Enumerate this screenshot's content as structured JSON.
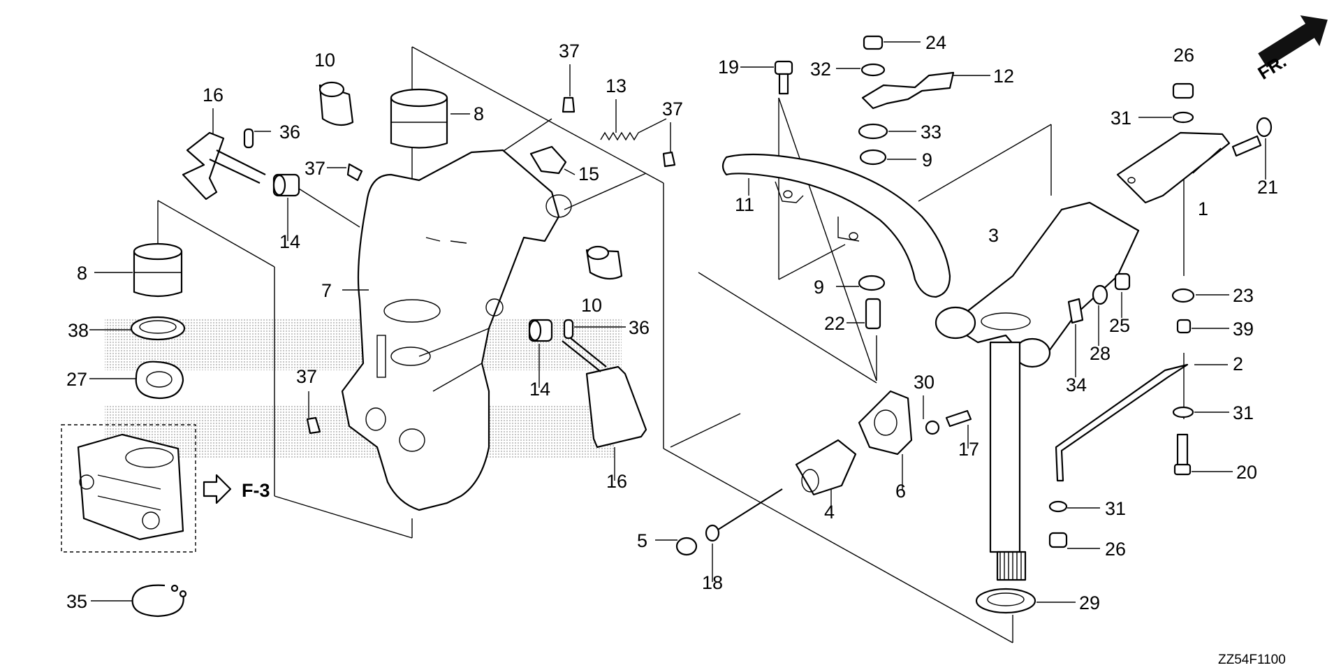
{
  "diagram": {
    "drawing_code": "ZZ54F1100",
    "direction_marker": "FR.",
    "reference_label": "F-3",
    "callouts": [
      {
        "id": "c1",
        "text": "1"
      },
      {
        "id": "c2",
        "text": "2"
      },
      {
        "id": "c3",
        "text": "3"
      },
      {
        "id": "c4",
        "text": "4"
      },
      {
        "id": "c5",
        "text": "5"
      },
      {
        "id": "c6",
        "text": "6"
      },
      {
        "id": "c7",
        "text": "7"
      },
      {
        "id": "c8a",
        "text": "8"
      },
      {
        "id": "c8b",
        "text": "8"
      },
      {
        "id": "c9a",
        "text": "9"
      },
      {
        "id": "c9b",
        "text": "9"
      },
      {
        "id": "c10a",
        "text": "10"
      },
      {
        "id": "c10b",
        "text": "10"
      },
      {
        "id": "c11",
        "text": "11"
      },
      {
        "id": "c12",
        "text": "12"
      },
      {
        "id": "c13",
        "text": "13"
      },
      {
        "id": "c14a",
        "text": "14"
      },
      {
        "id": "c14b",
        "text": "14"
      },
      {
        "id": "c15",
        "text": "15"
      },
      {
        "id": "c16a",
        "text": "16"
      },
      {
        "id": "c16b",
        "text": "16"
      },
      {
        "id": "c17",
        "text": "17"
      },
      {
        "id": "c18",
        "text": "18"
      },
      {
        "id": "c19",
        "text": "19"
      },
      {
        "id": "c20",
        "text": "20"
      },
      {
        "id": "c21",
        "text": "21"
      },
      {
        "id": "c22",
        "text": "22"
      },
      {
        "id": "c23",
        "text": "23"
      },
      {
        "id": "c24",
        "text": "24"
      },
      {
        "id": "c25",
        "text": "25"
      },
      {
        "id": "c26a",
        "text": "26"
      },
      {
        "id": "c26b",
        "text": "26"
      },
      {
        "id": "c27",
        "text": "27"
      },
      {
        "id": "c28",
        "text": "28"
      },
      {
        "id": "c29",
        "text": "29"
      },
      {
        "id": "c30",
        "text": "30"
      },
      {
        "id": "c31a",
        "text": "31"
      },
      {
        "id": "c31b",
        "text": "31"
      },
      {
        "id": "c31c",
        "text": "31"
      },
      {
        "id": "c32",
        "text": "32"
      },
      {
        "id": "c33",
        "text": "33"
      },
      {
        "id": "c34",
        "text": "34"
      },
      {
        "id": "c35",
        "text": "35"
      },
      {
        "id": "c36a",
        "text": "36"
      },
      {
        "id": "c36b",
        "text": "36"
      },
      {
        "id": "c37a",
        "text": "37"
      },
      {
        "id": "c37b",
        "text": "37"
      },
      {
        "id": "c37c",
        "text": "37"
      },
      {
        "id": "c37d",
        "text": "37"
      },
      {
        "id": "c38",
        "text": "38"
      },
      {
        "id": "c39",
        "text": "39"
      }
    ]
  }
}
